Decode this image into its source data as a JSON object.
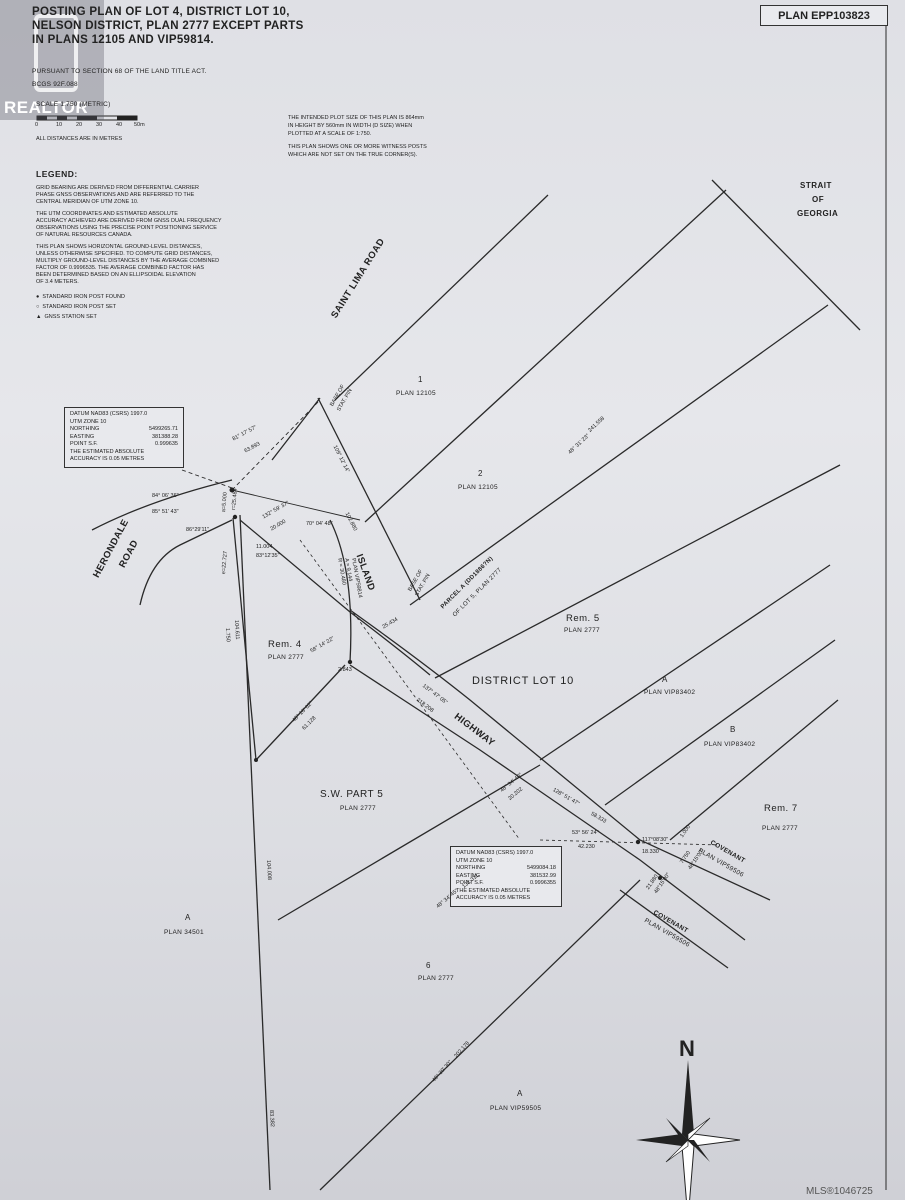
{
  "header": {
    "title_lines": [
      "POSTING PLAN OF LOT 4, DISTRICT LOT 10,",
      "NELSON DISTRICT, PLAN 2777 EXCEPT PARTS",
      "IN PLANS 12105 AND VIP59814."
    ],
    "pursuant": "PURSUANT TO SECTION 68 OF THE LAND TITLE ACT.",
    "bcgs": "BCGS  92F.088",
    "plan_number": "PLAN EPP103823",
    "scale_text": "SCALE 1:750 (METRIC)",
    "scale_ticks": [
      "0",
      "10",
      "20",
      "30",
      "40",
      "50m"
    ],
    "distances_note": "ALL DISTANCES ARE IN METRES",
    "plot_note": [
      "THE INTENDED PLOT SIZE OF THIS PLAN IS 864mm",
      "IN HEIGHT BY 560mm IN WIDTH (D SIZE) WHEN",
      "PLOTTED AT A SCALE OF 1:750."
    ],
    "witness_note": [
      "THIS PLAN SHOWS ONE OR MORE WITNESS POSTS",
      "WHICH ARE NOT SET ON THE TRUE CORNER(S)."
    ]
  },
  "legend": {
    "title": "LEGEND:",
    "paragraphs": [
      [
        "GRID BEARING ARE DERIVED FROM DIFFERENTIAL CARRIER",
        "PHASE GNSS OBSERVATIONS AND ARE REFERRED TO THE",
        "CENTRAL MERIDIAN OF UTM ZONE 10."
      ],
      [
        "THE UTM COORDINATES AND ESTIMATED ABSOLUTE",
        "ACCURACY ACHIEVED ARE DERIVED FROM GNSS DUAL FREQUENCY",
        "OBSERVATIONS USING THE PRECISE POINT POSITIONING SERVICE",
        "OF NATURAL RESOURCES CANADA."
      ],
      [
        "THIS PLAN SHOWS HORIZONTAL GROUND-LEVEL DISTANCES,",
        "UNLESS OTHERWISE SPECIFIED. TO COMPUTE GRID DISTANCES,",
        "MULTIPLY GROUND-LEVEL DISTANCES BY THE AVERAGE COMBINED",
        "FACTOR OF 0.9996535. THE AVERAGE COMBINED FACTOR HAS",
        "BEEN DETERMINED BASED ON AN ELLIPSOIDAL ELEVATION",
        "OF 3.4 METERS."
      ]
    ],
    "symbols": [
      {
        "glyph": "●",
        "label": "STANDARD IRON POST FOUND"
      },
      {
        "glyph": "○",
        "label": "STANDARD IRON POST SET"
      },
      {
        "glyph": "▲",
        "label": "GNSS STATION SET"
      }
    ]
  },
  "datum_1": {
    "title": "DATUM NAD83 (CSRS) 1997.0",
    "zone": "UTM ZONE 10",
    "northing_label": "NORTHING",
    "northing": "5499265.71",
    "easting_label": "EASTING",
    "easting": "381388.28",
    "psf_label": "POINT S.F.",
    "psf": "0.999635",
    "accuracy": [
      "THE ESTIMATED ABSOLUTE",
      "ACCURACY IS 0.05 METRES"
    ]
  },
  "datum_2": {
    "title": "DATUM NAD83 (CSRS) 1997.0",
    "zone": "UTM ZONE 10",
    "northing_label": "NORTHING",
    "northing": "5499084.18",
    "easting_label": "EASTING",
    "easting": "381532.99",
    "psf_label": "POINT S.F.",
    "psf": "0.9996355",
    "accuracy": [
      "THE ESTIMATED ABSOLUTE",
      "ACCURACY IS 0.05 METRES"
    ]
  },
  "roads": {
    "saint_lima": "SAINT LIMA ROAD",
    "herondale": [
      "HERONDALE",
      "ROAD"
    ],
    "island": "ISLAND",
    "highway": "HIGHWAY",
    "strait": [
      "STRAIT",
      "OF",
      "GEORGIA"
    ]
  },
  "parcels": {
    "lot1": {
      "num": "1",
      "plan": "PLAN 12105"
    },
    "lot2": {
      "num": "2",
      "plan": "PLAN 12105"
    },
    "parcel_a": [
      "PARCEL A (DD1886?N)",
      "OF LOT 5, PLAN 2777"
    ],
    "rem5": {
      "num": "Rem. 5",
      "plan": "PLAN 2777"
    },
    "rem4": {
      "num": "Rem. 4",
      "plan": "PLAN 2777"
    },
    "district": "DISTRICT LOT 10",
    "a_vip83402": {
      "num": "A",
      "plan": "PLAN VIP83402"
    },
    "b_vip83402": {
      "num": "B",
      "plan": "PLAN VIP83402"
    },
    "rem7": {
      "num": "Rem. 7",
      "plan": "PLAN 2777"
    },
    "sw5": {
      "num": "S.W. PART 5",
      "plan": "PLAN 2777"
    },
    "a_34501": {
      "num": "A",
      "plan": "PLAN 34501"
    },
    "lot6": {
      "num": "6",
      "plan": "PLAN 2777"
    },
    "a_vip59505": {
      "num": "A",
      "plan": "PLAN VIP59505"
    },
    "covenant1": {
      "name": "COVENANT",
      "plan": "PLAN VIP59506"
    },
    "covenant2": {
      "name": "COVENANT",
      "plan": "PLAN VIP59506"
    },
    "island_plan": [
      "PLAN VIP59814",
      "A = 9.144",
      "R = 30.480"
    ],
    "base_stat1": [
      "BASE OF",
      "STAT. PIN"
    ],
    "base_stat2": [
      "BASE OF",
      "STAT. PIN"
    ]
  },
  "dims": {
    "b1": "81° 17' 57\"",
    "d1": "63.893",
    "b2": "84° 06' 36\"",
    "b3": "85° 51' 43\"",
    "b4": "86°29'11\"",
    "b5": "132° 59' 37\"",
    "d5": "20.000",
    "b6": "70° 04' 48\"",
    "b7": "109° 12' 14\"",
    "d7": "102.880",
    "b8": "48° 31' 23\"",
    "d8": "241.558",
    "d9": "11.004",
    "b9": "83°12'35\"",
    "d10": "25.434",
    "b11": "58° 14' 22\"",
    "d11": "2.843",
    "b12": "137° 47' 05\"",
    "d12": "218.208",
    "b13": "48° 16' 02\"",
    "d13": "61.128",
    "d14": "104.611",
    "d15": "1.750",
    "d16": "a=5.000",
    "d17": "r=25.484",
    "d18": "e=22.727",
    "b19": "48° 34' 40\"",
    "d19": "20.202",
    "b20": "128° 51' 47\"",
    "d20": "58.333",
    "b21": "53° 56' 24\"",
    "d21": "42.230",
    "b22": "117°08'30\"",
    "d22": "18.330",
    "d23": "1.000",
    "d24": "7.750",
    "d25": "48°15'00\"",
    "d26": "21.880",
    "d27": "48°15'00\"",
    "b28": "48° 34' 45\"",
    "d28": "131.311",
    "d29": "104.008",
    "b30": "48° 30' 30\"",
    "d30": "202.178",
    "d31": "83.382"
  },
  "north": "N",
  "watermark": "REALTOR",
  "mls": "MLS®1046725",
  "colors": {
    "ink": "#222222",
    "paper": "#e2e3e8"
  }
}
